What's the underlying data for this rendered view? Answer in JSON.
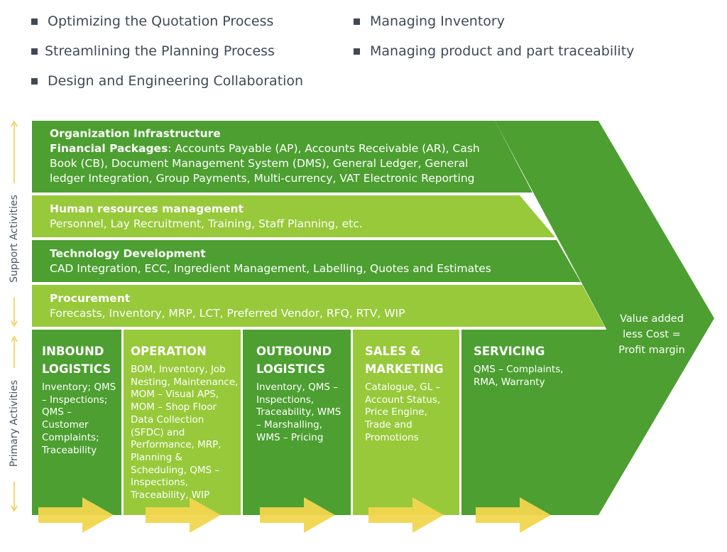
{
  "bullets": [
    {
      "text": "Optimizing the Quotation Process"
    },
    {
      "text": "Streamlining the Planning Process"
    },
    {
      "text": "Design and Engineering Collaboration"
    },
    {
      "text": "Managing Inventory"
    },
    {
      "text": "Managing product and part traceability"
    }
  ],
  "axis": {
    "support": "Support Activities",
    "primary": "Primary Activities"
  },
  "support": [
    {
      "title": "Organization Infrastructure",
      "subtitle": "Financial Packages",
      "text": ": Accounts Payable (AP), Accounts Receivable (AR), Cash Book (CB), Document Management System (DMS), General Ledger, General ledger Integration, Group Payments, Multi-currency, VAT Electronic Reporting"
    },
    {
      "title": "Human resources management",
      "text": "Personnel, Lay Recruitment, Training, Staff Planning, etc."
    },
    {
      "title": "Technology Development",
      "text": "CAD Integration, ECC, Ingredient Management, Labelling, Quotes and Estimates"
    },
    {
      "title": "Procurement",
      "text": "Forecasts, Inventory, MRP, LCT, Preferred Vendor, RFQ, RTV, WIP"
    }
  ],
  "primary": [
    {
      "title": "INBOUND LOGISTICS",
      "text": "Inventory; QMS – Inspections; QMS – Customer Complaints; Traceability"
    },
    {
      "title": "OPERATION",
      "text": "BOM, Inventory, Job Nesting, Maintenance, MOM – Visual APS, MOM – Shop Floor Data Collection (SFDC) and Performance, MRP, Planning & Scheduling, QMS – Inspections, Traceability, WIP"
    },
    {
      "title": "OUTBOUND LOGISTICS",
      "text": "Inventory, QMS – Inspections, Traceability, WMS – Marshalling, WMS – Pricing"
    },
    {
      "title": "SALES & MARKETING",
      "text": "Catalogue, GL – Account Status, Price Engine, Trade and Promotions"
    },
    {
      "title": "SERVICING",
      "text": "QMS – Complaints, RMA, Warranty"
    }
  ],
  "value": {
    "text": "Value added less Cost = Profit margin"
  },
  "colors": {
    "dark_green": "#4c9f30",
    "light_green": "#97c93a",
    "arrow_yellow": "#f1d64e",
    "axis_line": "#f2c844",
    "text_gray": "#3f4a55"
  }
}
